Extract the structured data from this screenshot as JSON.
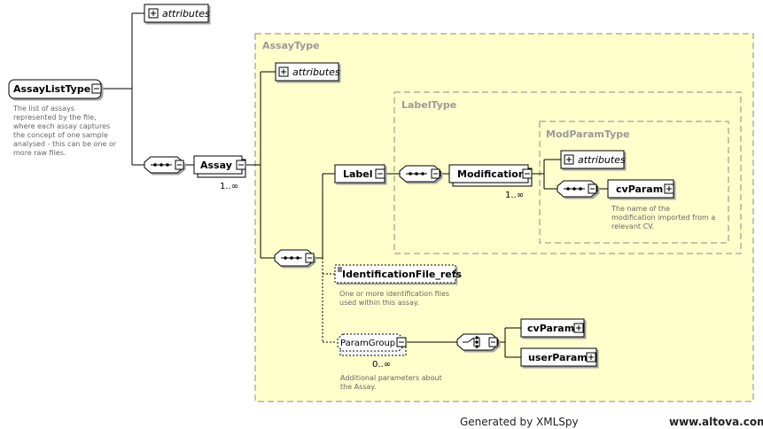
{
  "diagram": {
    "root": {
      "name": "AssayListType",
      "doc": [
        "The list of assays",
        "represented by the file,",
        "where each assay captures",
        "the concept of one sample",
        "analysed - this can be one or",
        "more raw files."
      ]
    },
    "root_attributes": "attributes",
    "assay": {
      "name": "Assay",
      "cardinality": "1..∞"
    },
    "assay_type": {
      "title": "AssayType",
      "attributes": "attributes"
    },
    "label_type": {
      "title": "LabelType",
      "label": "Label",
      "modification": {
        "name": "Modification",
        "cardinality": "1..∞"
      }
    },
    "mod_param_type": {
      "title": "ModParamType",
      "attributes": "attributes",
      "cv_param": "cvParam",
      "doc": [
        "The name of the",
        "modification imported from a",
        "relevant CV."
      ]
    },
    "identification_file_refs": {
      "name": "IdentificationFile_refs",
      "doc": [
        "One or more identification files",
        "used within this assay."
      ]
    },
    "param_group": {
      "name": "ParamGroup",
      "cardinality": "0..∞",
      "doc": [
        "Additional parameters about",
        "the Assay."
      ],
      "choice": {
        "cv_param": "cvParam",
        "user_param": "userParam"
      }
    }
  },
  "footer": {
    "generated_by": "Generated by XMLSpy",
    "url": "www.altova.com"
  }
}
